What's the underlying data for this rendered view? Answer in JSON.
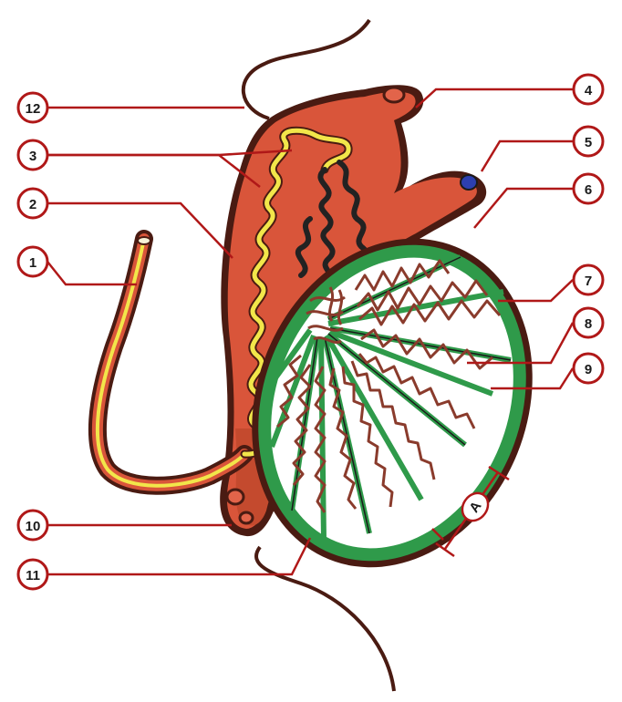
{
  "callouts": [
    {
      "id": "1",
      "label": "1"
    },
    {
      "id": "2",
      "label": "2"
    },
    {
      "id": "3",
      "label": "3"
    },
    {
      "id": "4",
      "label": "4"
    },
    {
      "id": "5",
      "label": "5"
    },
    {
      "id": "6",
      "label": "6"
    },
    {
      "id": "7",
      "label": "7"
    },
    {
      "id": "8",
      "label": "8"
    },
    {
      "id": "9",
      "label": "9"
    },
    {
      "id": "10",
      "label": "10"
    },
    {
      "id": "11",
      "label": "11"
    },
    {
      "id": "12",
      "label": "12"
    }
  ],
  "dimension": {
    "label": "A"
  },
  "colors": {
    "outline": "#4a1b12",
    "tissue": "#d9553a",
    "tissue_dark": "#b84a2c",
    "tunica": "#2f9a4a",
    "duct_yellow": "#f2e64a",
    "tubule": "#8a3b2c",
    "rete_dark": "#2a2a2a",
    "callout": "#b01818",
    "blue_vessel": "#2d3fb0"
  }
}
